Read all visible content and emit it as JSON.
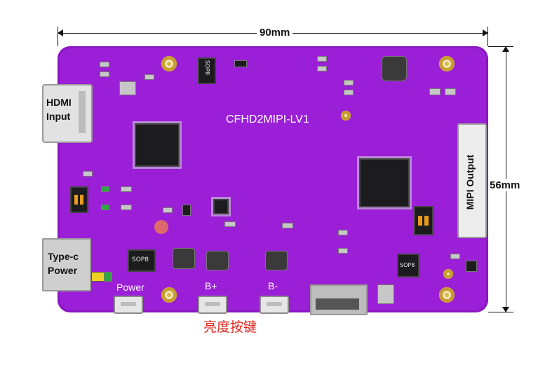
{
  "dimensions": {
    "width_label": "90mm",
    "height_label": "56mm"
  },
  "board": {
    "name": "CFHD2MIPI-LV1"
  },
  "connectors": {
    "hdmi_label_line1": "HDMI",
    "hdmi_label_line2": "Input",
    "typec_label_line1": "Type-c",
    "typec_label_line2": "Power",
    "mipi_label": "MIPI Output"
  },
  "buttons": {
    "power": "Power",
    "bplus": "B+",
    "bminus": "B-"
  },
  "caption": "亮度按键",
  "chip_marks": {
    "sop8_a": "SOP8",
    "sop8_b": "SOP8",
    "sop8_c": "SOP8"
  }
}
